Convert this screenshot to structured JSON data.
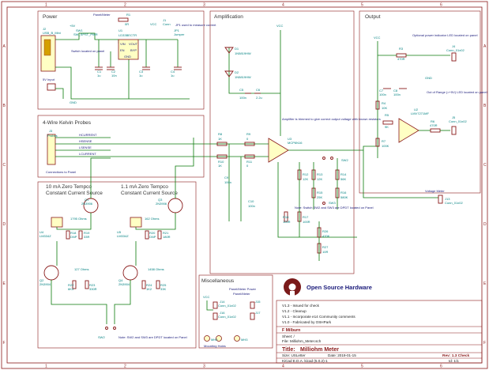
{
  "border": {
    "columns": [
      "1",
      "2",
      "3",
      "4",
      "5",
      "6"
    ],
    "rows": [
      "A",
      "B",
      "C",
      "D",
      "E",
      "F"
    ]
  },
  "sections": {
    "power": "Power",
    "amplification": "Amplification",
    "output": "Output",
    "probes": "4-Wire Kelvin Probes",
    "cs10": "10 mA  Zero Tempco\nConstant Current Source",
    "cs1": "1.1 mA  Zero Tempco\nConstant Current Source",
    "misc": "Miscellaneous"
  },
  "notes": {
    "switch_panel": "Switch located on panel",
    "jp1": "JP1 used to measure current",
    "amp": "Amplifier is trimmed to give correct output voltage with known resistors",
    "power_led": "Optional power indicator LED located on panel",
    "oor_led": "Out of Range (>+5V) LED located on panel",
    "voltage_meter": "Voltage Meter",
    "sw2sw3": "Note: Switch SW2 and SW3 are DPDT located on Panel",
    "sw1sw2_bottom": "Note: SW2 and SW3 are DPDT located on Panel",
    "panel_meter_power": "Panel/Meter Power",
    "panel_meter": "Panel/Meter",
    "connections": "Connections to Panel",
    "mounting": "Mounting Holes"
  },
  "labels": {
    "plus5v": "+5V",
    "vcc": "VCC",
    "gnd": "GND",
    "usb": "USB_B_Mini",
    "sw1": "SW1",
    "sw1_val": "SW_SPST_PWR",
    "r1": "R1",
    "r1_val": "0R",
    "u1": "U1",
    "u1_val": "LD33BECTR",
    "vin": "VIN",
    "vout": "VOUT",
    "byp": "BYP",
    "gnd_pin": "GND",
    "en": "EN",
    "j1": "J1",
    "j1_val": "Conn",
    "jp1": "JP1",
    "jp1_val": "Jumper",
    "c1": "C1",
    "c1_val": "1u",
    "c2": "C2",
    "c2_val": "10n",
    "c3": "C3",
    "c3_val": "1u",
    "c4": "C4",
    "c4_val": "1u",
    "j2": "J2",
    "j2_val": "5V Input",
    "d1": "D1",
    "d1_val": "1N5819HW",
    "d2": "D2",
    "d2_val": "1N5819HW",
    "c5": "C5",
    "c5_val": "100n",
    "c6": "C6",
    "c6_val": "2.2u",
    "u3": "U3",
    "u3_val": "MCP6N16",
    "r8": "R8",
    "r9": "R9",
    "r10": "R10",
    "r11": "R11",
    "r8_val": "1K",
    "r9_val": "0",
    "r10_val": "1K",
    "r11_val": "0",
    "c9": "C9",
    "c9_val": "100n",
    "c10": "C10",
    "c10_val": "100n",
    "r12": "R12",
    "r12_val": "12K",
    "r13": "R13",
    "r13_val": "12K",
    "r14": "R14",
    "r14_val": "56K",
    "r15": "R15",
    "r15_val": "25K",
    "r16": "R16",
    "r16_val": "580K",
    "r17": "R17",
    "r17_val": "100R",
    "r18": "R18",
    "r18_val": "100R",
    "r26": "R26",
    "r26_val": "470K",
    "r27": "R27",
    "r27_val": "10R",
    "sw2": "SW2",
    "sw3": "SW3",
    "j3": "J3",
    "j3_val": "Probes",
    "hcurrent": "HCURRENT",
    "hsense": "HSENSE",
    "lsense": "LSENSE",
    "lcurrent": "LCURRENT",
    "r3": "R3",
    "r3_val": "470R",
    "r4": "R4",
    "r4_val": "10K",
    "r5": "R5",
    "r5_val": "9K",
    "r6": "R6",
    "r6_val": "470R",
    "r7": "R7",
    "r7_val": "100K",
    "c7": "C7",
    "c7_val": "100n",
    "c8": "C8",
    "c8_val": "100n",
    "u2": "U2",
    "u2_val": "LMV7271MF",
    "j4": "J4",
    "j4_val": "Conn_01x02",
    "j5": "J5",
    "j5_val": "Conn_01x02",
    "j13": "J13",
    "j13_val": "Conn_01x02",
    "q1": "Q1",
    "q1_val": "2N3906",
    "q2": "Q2",
    "q2_val": "2N3904",
    "q3": "Q3",
    "q3_val": "2N3906",
    "q4": "Q4",
    "q4_val": "2N3904",
    "u4": "U4",
    "u4_val": "LM334Z",
    "u5": "U5",
    "u5_val": "LM334Z",
    "r18b": "R18",
    "r19": "R19",
    "r19_val": "33R",
    "r20": "R20",
    "r20_val": "DNP",
    "r21": "R21",
    "r21_val": "180R",
    "r22": "R22",
    "r22_val": "6K3",
    "r23": "R23",
    "r23_val": "330R",
    "r24": "R24",
    "r24_val": "1K2",
    "r25": "R25",
    "r25_val": "33K",
    "ohm1795": "1795 Ohms",
    "ohm162": "162 Ohms",
    "ohm127": "127 Ohms",
    "ohm1458": "1458 Ohms",
    "j14": "J14",
    "j14_val": "Conn_01x02",
    "j16": "J16",
    "j16_val": "Conn_01x02",
    "j15": "J15",
    "j17": "J17",
    "mh1": "MH1",
    "mh2": "MH2",
    "mh3": "MH3"
  },
  "osh": {
    "text": "Open Source Hardware"
  },
  "title_block": {
    "revisions": [
      "V1.3  -  Issued for check",
      "V1.2  -  Cleanup",
      "V1.1  -  Incorporate e14 Community comments",
      "V1.0  -  Fabricated by OSHPark"
    ],
    "author": "F Milburn",
    "sheet": "Sheet: /",
    "file": "File: Milliohm_Meter.sch",
    "title_label": "Title:",
    "title": "Milliohm Meter",
    "size": "Size: USLetter",
    "date": "Date: 2019-01-15",
    "rev": "Rev: 1.3 Check",
    "tool": "KiCad E.D.A.  kicad (5.0.2)-1",
    "id": "Id: 1/1"
  },
  "colors": {
    "frame": "#8a1a1a",
    "wire": "#0a7a0a",
    "component": "#8a1a1a",
    "ref": "#008080",
    "note": "#1a1a7a",
    "ic_fill": "#ffffc4",
    "osh_logo": "#7a1a1a"
  }
}
